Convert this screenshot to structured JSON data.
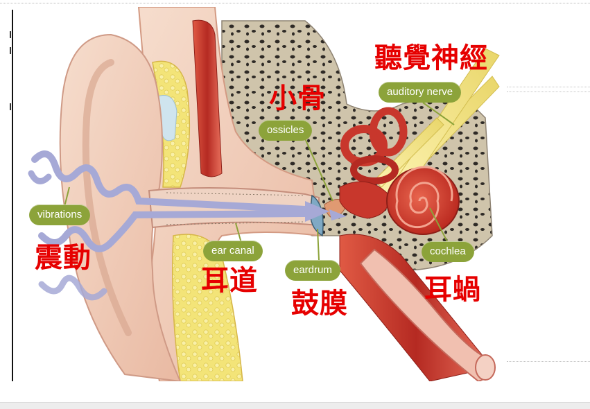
{
  "labels": {
    "vibrations": "vibrations",
    "ear_canal": "ear canal",
    "eardrum": "eardrum",
    "ossicles": "ossicles",
    "auditory_nerve": "auditory nerve",
    "cochlea": "cochlea"
  },
  "chinese_labels": {
    "vibrations": "震動",
    "ear_canal": "耳道",
    "eardrum": "鼓膜",
    "ossicles": "小骨",
    "auditory_nerve": "聽覺神經",
    "cochlea": "耳蝸"
  },
  "colors": {
    "label_pill": "#8ca33a",
    "chinese_text": "#e60000",
    "skin": "#f2cdb8",
    "skull_bone": "#cbbfa6",
    "fat_yellow": "#f4e77e",
    "muscle_red": "#c8372c",
    "nerve_yellow": "#f6e98a",
    "sound_wave": "#a6a9d6"
  }
}
